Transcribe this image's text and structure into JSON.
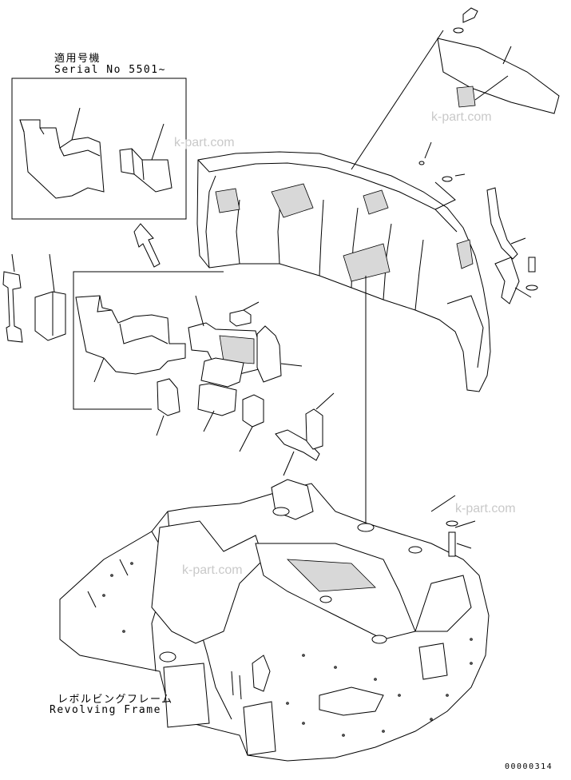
{
  "labels": {
    "serial_jp": "適用号機",
    "serial_en": "Serial No 5501~",
    "frame_jp": "レボルビングフレーム",
    "frame_en": "Revolving Frame",
    "drawing_number": "00000314"
  },
  "watermarks": [
    "k-part.com",
    "k-part.com",
    "k-part.com",
    "k-part.com"
  ],
  "colors": {
    "line": "#000000",
    "watermark": "#c9c9c9",
    "background": "#ffffff"
  }
}
